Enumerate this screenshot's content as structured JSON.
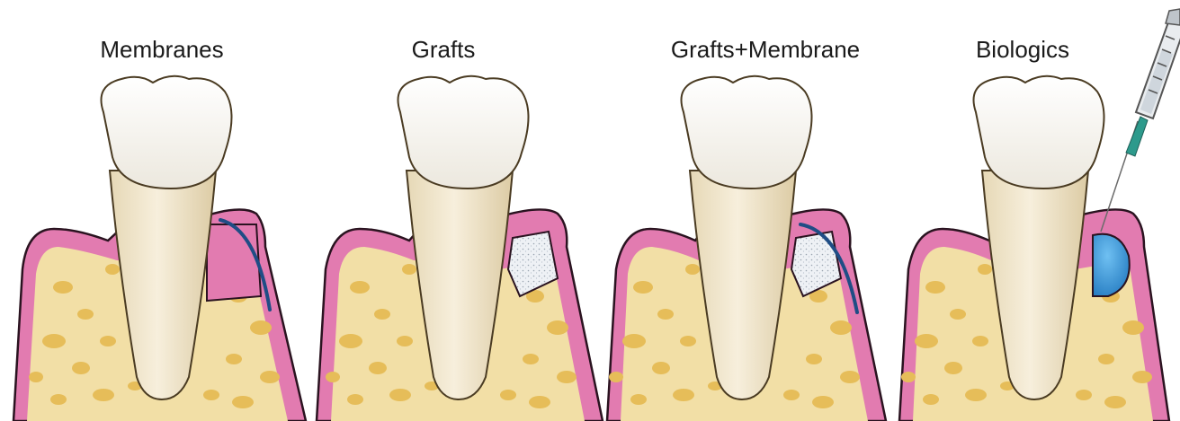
{
  "panels": [
    {
      "title": "Membranes",
      "treatment": "membrane"
    },
    {
      "title": "Grafts",
      "treatment": "graft"
    },
    {
      "title": "Grafts+Membrane",
      "treatment": "graft-membrane"
    },
    {
      "title": "Biologics",
      "treatment": "biologic"
    }
  ],
  "colors": {
    "gingiva": "#e27bb0",
    "gingiva_outline": "#2a1320",
    "bone": "#f2dfa6",
    "bone_pore": "#e6bd59",
    "tooth_crown": "#fbfaf6",
    "tooth_root": "#eee3c8",
    "membrane": "#1f4d85",
    "graft": "#eef1f5",
    "biologic": "#3a93d8",
    "syringe_needle": "#2d9a8c"
  }
}
